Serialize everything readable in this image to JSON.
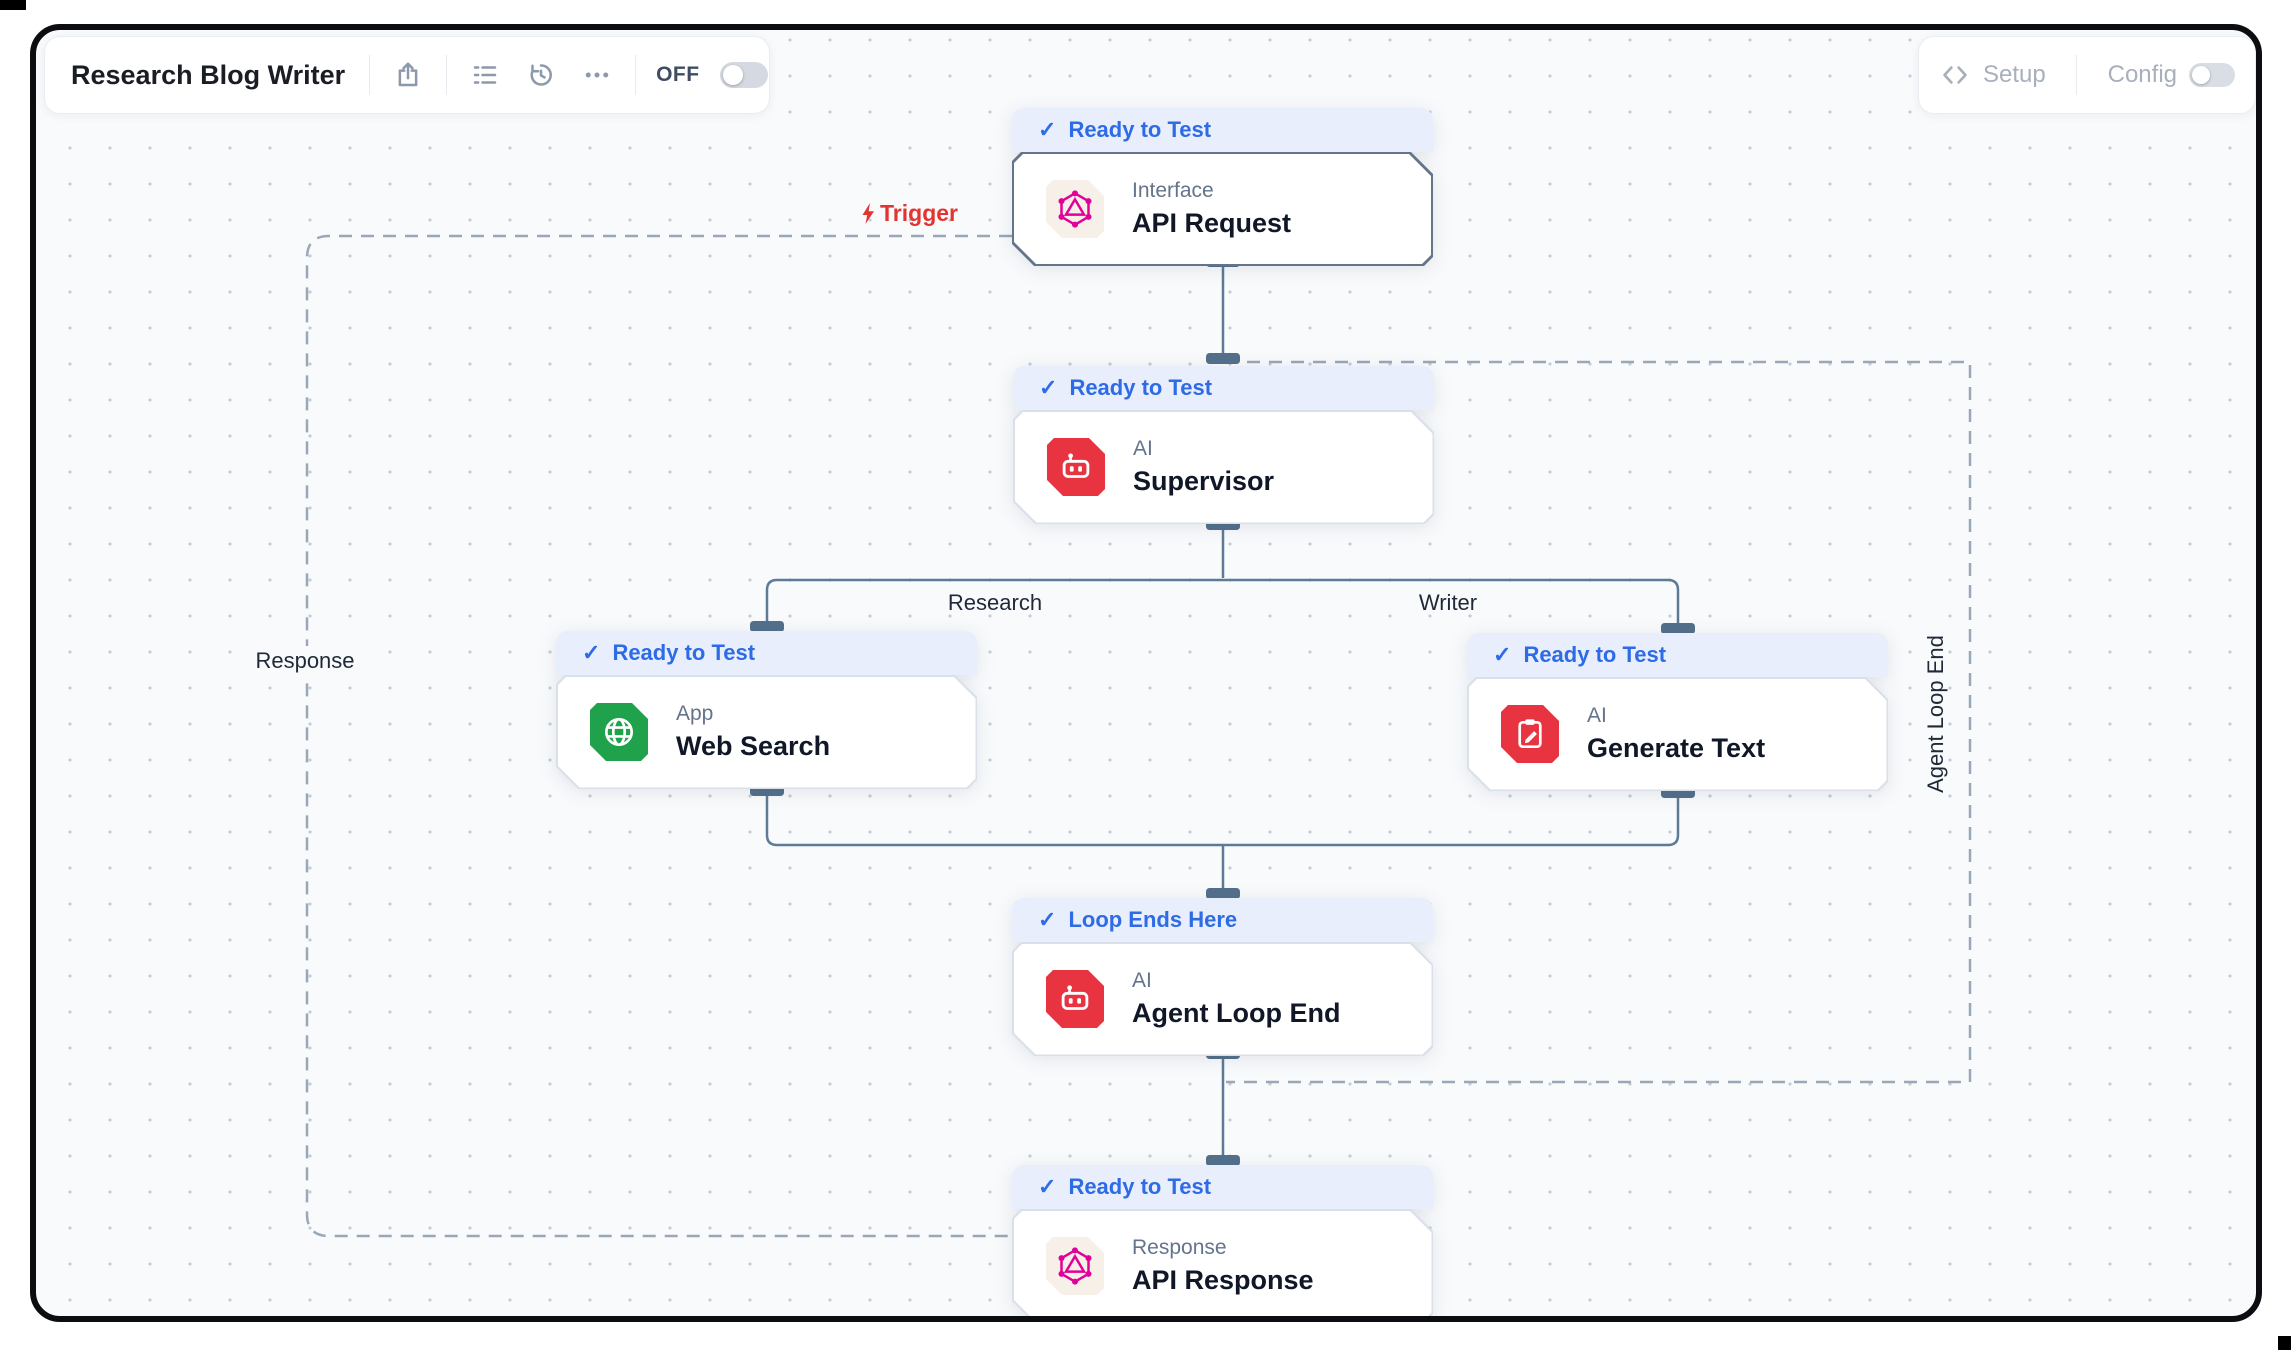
{
  "header": {
    "title": "Research Blog Writer",
    "off_label": "OFF",
    "setup_label": "Setup",
    "config_label": "Config"
  },
  "icons": {
    "check": "✓"
  },
  "canvas": {
    "trigger_label": "Trigger",
    "response_edge_label": "Response",
    "loop_region_label": "Agent Loop End",
    "branch_left_label": "Research",
    "branch_right_label": "Writer",
    "nodes": [
      {
        "id": "api-request",
        "badge": "Ready to Test",
        "type": "Interface",
        "title": "API Request",
        "icon": "graphql-icon"
      },
      {
        "id": "supervisor",
        "badge": "Ready to Test",
        "type": "AI",
        "title": "Supervisor",
        "icon": "robot-icon"
      },
      {
        "id": "web-search",
        "badge": "Ready to Test",
        "type": "App",
        "title": "Web Search",
        "icon": "globe-icon"
      },
      {
        "id": "generate-text",
        "badge": "Ready to Test",
        "type": "AI",
        "title": "Generate Text",
        "icon": "clipboard-pencil-icon"
      },
      {
        "id": "agent-loop-end",
        "badge": "Loop Ends Here",
        "type": "AI",
        "title": "Agent Loop End",
        "icon": "robot-icon"
      },
      {
        "id": "api-response",
        "badge": "Ready to Test",
        "type": "Response",
        "title": "API Response",
        "icon": "graphql-icon"
      }
    ]
  },
  "colors": {
    "badge_blue_text": "#2e6be6",
    "badge_blue_bg": "#e8eefb",
    "node_red": "#e73440",
    "node_green": "#1fa24b",
    "graphql_pink": "#e10098",
    "trigger_red": "#e23430",
    "edge_slate": "#5d7a96",
    "dashed_gray": "#9aa7b6",
    "canvas_bg": "#f8fafc"
  }
}
